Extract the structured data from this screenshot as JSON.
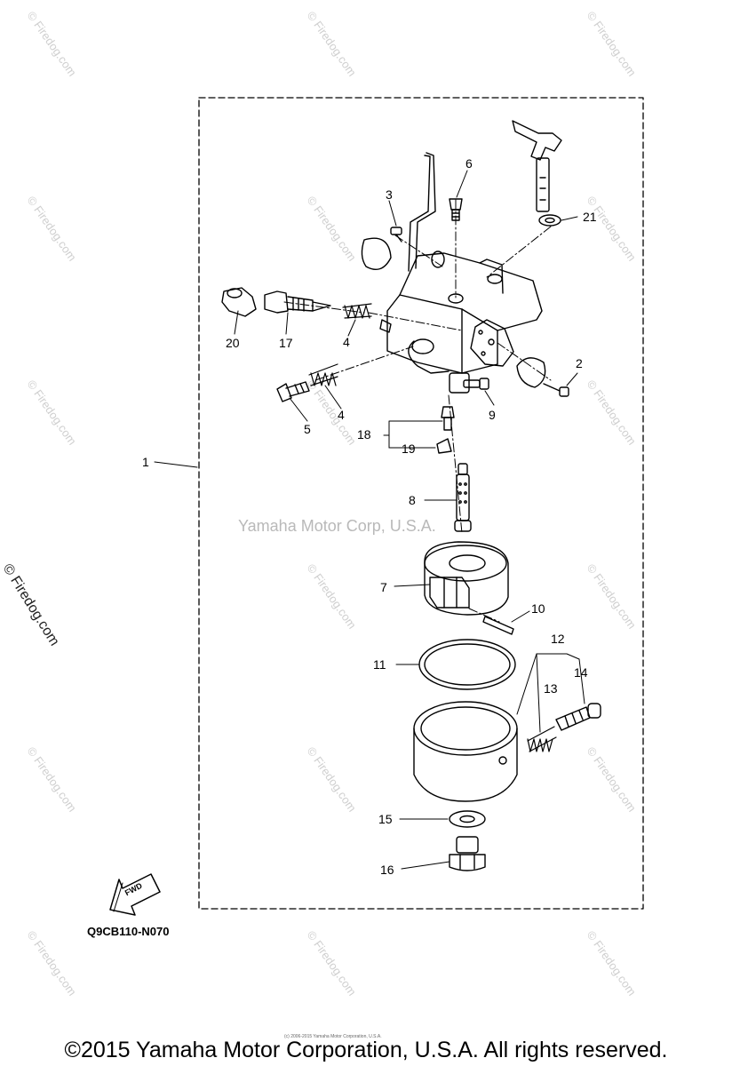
{
  "watermark": "© Firedog.com",
  "center_credit": "Yamaha Motor Corp, U.S.A.",
  "diagram_code": "Q9CB110-N070",
  "fwd_label": "FWD",
  "fine_print": "(c) 2006-2015 Yamaha Motor Corporation, U.S.A.",
  "footer": "©2015 Yamaha Motor Corporation, U.S.A. All rights reserved.",
  "callouts": {
    "c1": "1",
    "c2": "2",
    "c3": "3",
    "c4a": "4",
    "c4b": "4",
    "c5": "5",
    "c6": "6",
    "c7": "7",
    "c8": "8",
    "c9": "9",
    "c10": "10",
    "c11": "11",
    "c12": "12",
    "c13": "13",
    "c14": "14",
    "c15": "15",
    "c16": "16",
    "c17": "17",
    "c18": "18",
    "c19": "19",
    "c20": "20",
    "c21": "21"
  }
}
